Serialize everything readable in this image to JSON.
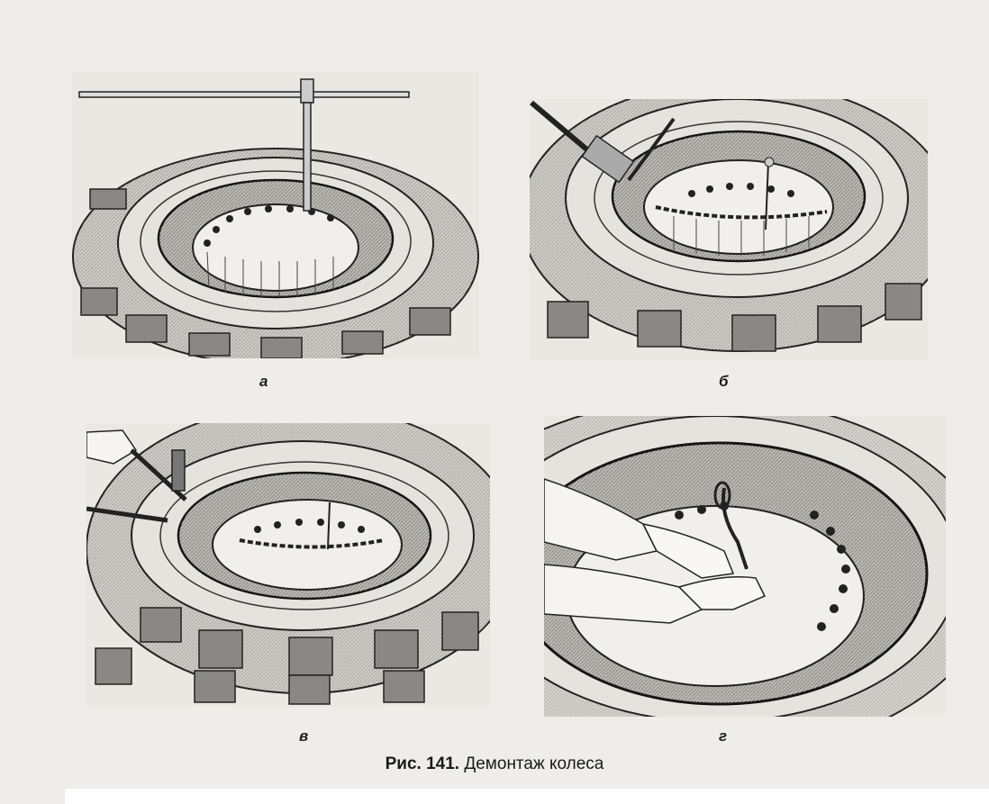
{
  "figure": {
    "caption_number": "Рис. 141.",
    "caption_title": "Демонтаж колеса",
    "panels": [
      {
        "label": "а"
      },
      {
        "label": "б"
      },
      {
        "label": "в"
      },
      {
        "label": "г"
      }
    ]
  }
}
